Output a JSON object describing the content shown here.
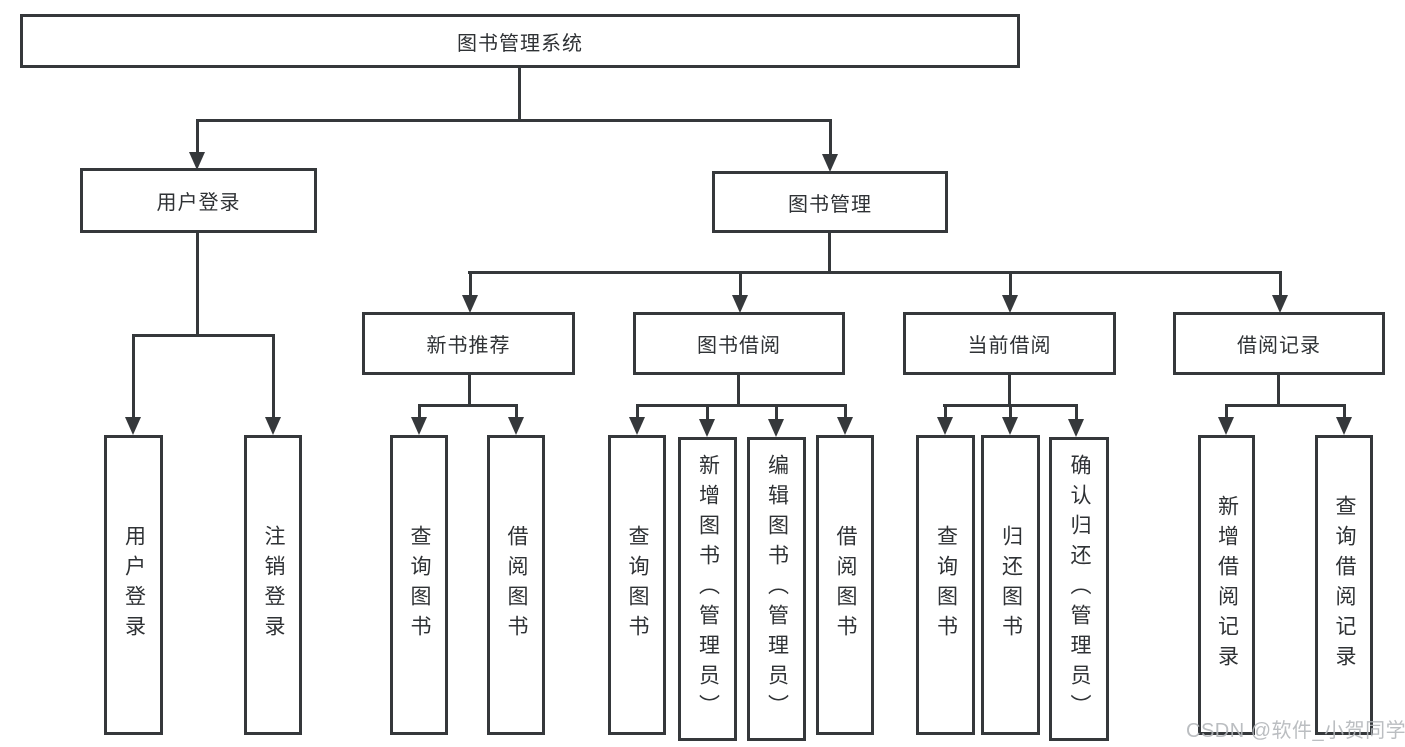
{
  "colors": {
    "background": "#ffffff",
    "line": "#35383b",
    "text": "#2f3235",
    "watermark": "#b4b7bb"
  },
  "watermark": {
    "text": "CSDN @软件_小贺同学"
  },
  "tree": {
    "root": {
      "label": "图书管理系统"
    },
    "branches": [
      {
        "label": "用户登录",
        "children": [
          {
            "label": "用户登录"
          },
          {
            "label": "注销登录"
          }
        ]
      },
      {
        "label": "图书管理",
        "children": [
          {
            "label": "新书推荐",
            "children": [
              {
                "label": "查询图书"
              },
              {
                "label": "借阅图书"
              }
            ]
          },
          {
            "label": "图书借阅",
            "children": [
              {
                "label": "查询图书"
              },
              {
                "label": "新增图书（管理员）"
              },
              {
                "label": "编辑图书（管理员）"
              },
              {
                "label": "借阅图书"
              }
            ]
          },
          {
            "label": "当前借阅",
            "children": [
              {
                "label": "查询图书"
              },
              {
                "label": "归还图书"
              },
              {
                "label": "确认归还（管理员）"
              }
            ]
          },
          {
            "label": "借阅记录",
            "children": [
              {
                "label": "新增借阅记录"
              },
              {
                "label": "查询借阅记录"
              }
            ]
          }
        ]
      }
    ]
  }
}
